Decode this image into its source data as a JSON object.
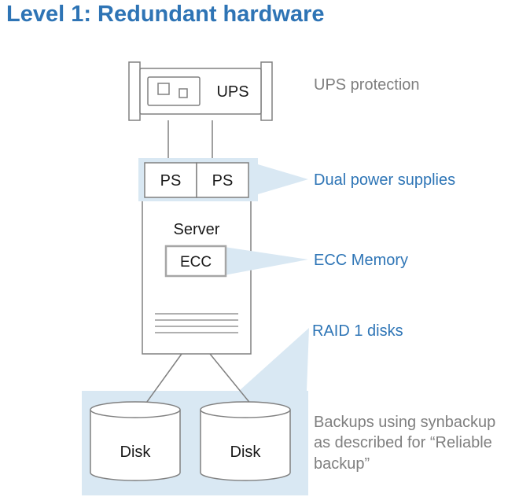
{
  "title": "Level 1: Redundant hardware",
  "colors": {
    "heading_blue": "#2E74B5",
    "callout_text_blue": "#2E75B6",
    "muted_text_gray": "#7F7F7F",
    "shape_stroke_gray": "#808080",
    "ecc_border_gray": "#A6A6A6",
    "highlight_light_blue": "#D9E8F3"
  },
  "diagram": {
    "ups": {
      "label": "UPS"
    },
    "server": {
      "label": "Server",
      "ps_left": "PS",
      "ps_right": "PS",
      "ecc": "ECC"
    },
    "disk_left": {
      "label": "Disk"
    },
    "disk_right": {
      "label": "Disk"
    }
  },
  "annotations": {
    "ups_protection": "UPS protection",
    "dual_power_supplies": "Dual power supplies",
    "ecc_memory": "ECC Memory",
    "raid_disks": "RAID 1 disks",
    "backup_note": "Backups using synbackup\nas described for “Reliable\nbackup”"
  }
}
